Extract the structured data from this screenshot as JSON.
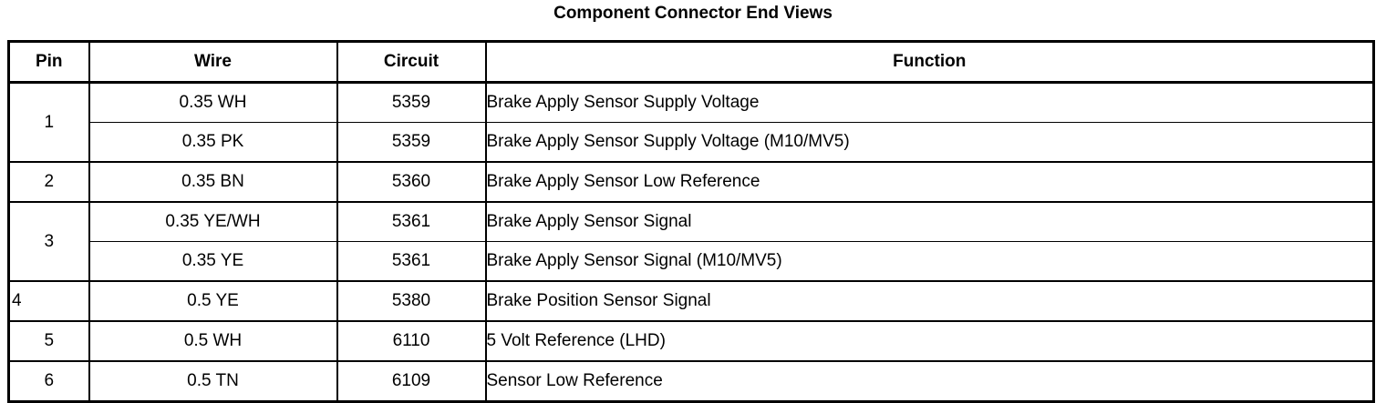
{
  "document": {
    "title": "Component Connector End Views"
  },
  "table": {
    "headers": {
      "pin": "Pin",
      "wire": "Wire",
      "circuit": "Circuit",
      "function": "Function"
    },
    "rows": [
      {
        "pin": "1",
        "pin_align": "center",
        "pin_rowspan": 2,
        "wire": "0.35 WH",
        "circuit": "5359",
        "function": "Brake Apply Sensor Supply Voltage"
      },
      {
        "pin": "",
        "wire": "0.35 PK",
        "circuit": "5359",
        "function": "Brake Apply Sensor Supply Voltage (M10/MV5)"
      },
      {
        "pin": "2",
        "pin_align": "center",
        "pin_rowspan": 1,
        "wire": "0.35 BN",
        "circuit": "5360",
        "function": "Brake Apply Sensor Low Reference"
      },
      {
        "pin": "3",
        "pin_align": "center",
        "pin_rowspan": 2,
        "wire": "0.35 YE/WH",
        "circuit": "5361",
        "function": "Brake Apply Sensor Signal"
      },
      {
        "pin": "",
        "wire": "0.35 YE",
        "circuit": "5361",
        "function": "Brake Apply Sensor Signal (M10/MV5)"
      },
      {
        "pin": "4",
        "pin_align": "left",
        "pin_rowspan": 1,
        "wire": "0.5 YE",
        "circuit": "5380",
        "function": "Brake Position Sensor Signal"
      },
      {
        "pin": "5",
        "pin_align": "center",
        "pin_rowspan": 1,
        "wire": "0.5 WH",
        "circuit": "6110",
        "function": "5 Volt Reference (LHD)"
      },
      {
        "pin": "6",
        "pin_align": "center",
        "pin_rowspan": 1,
        "wire": "0.5 TN",
        "circuit": "6109",
        "function": "Sensor Low Reference"
      }
    ]
  },
  "colors": {
    "text": "#000000",
    "background": "#ffffff",
    "border": "#000000"
  }
}
